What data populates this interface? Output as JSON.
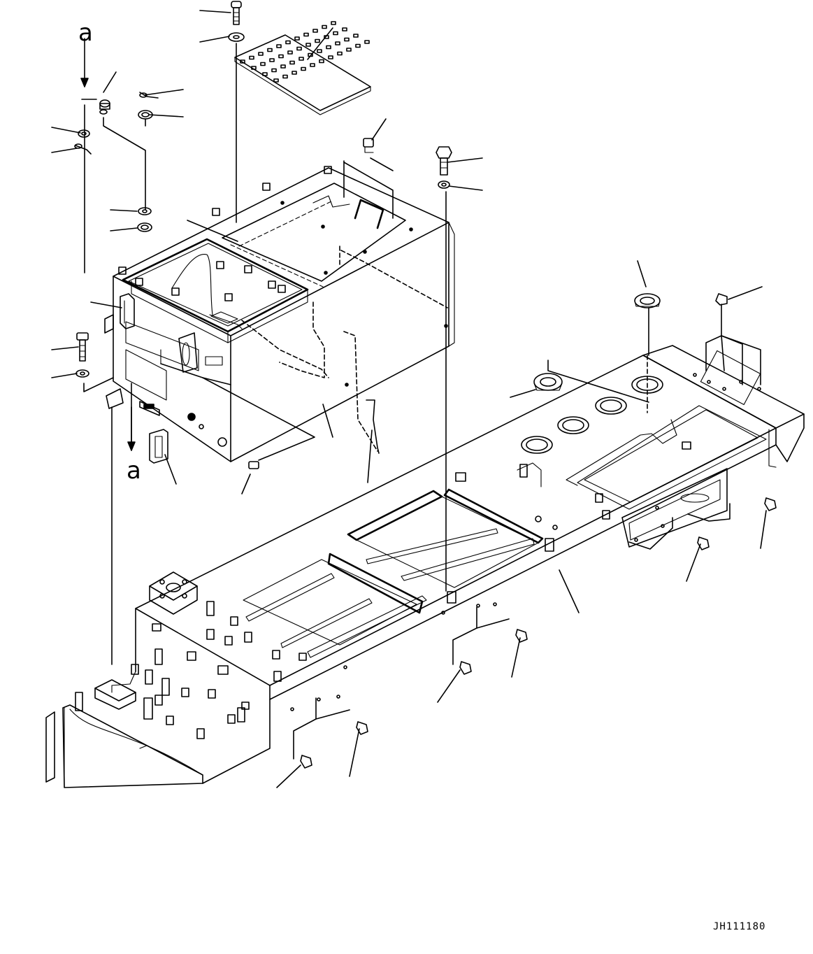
{
  "diagram": {
    "callout_letter_top": "a",
    "callout_letter_bottom": "a",
    "drawing_id": "JH111180"
  }
}
